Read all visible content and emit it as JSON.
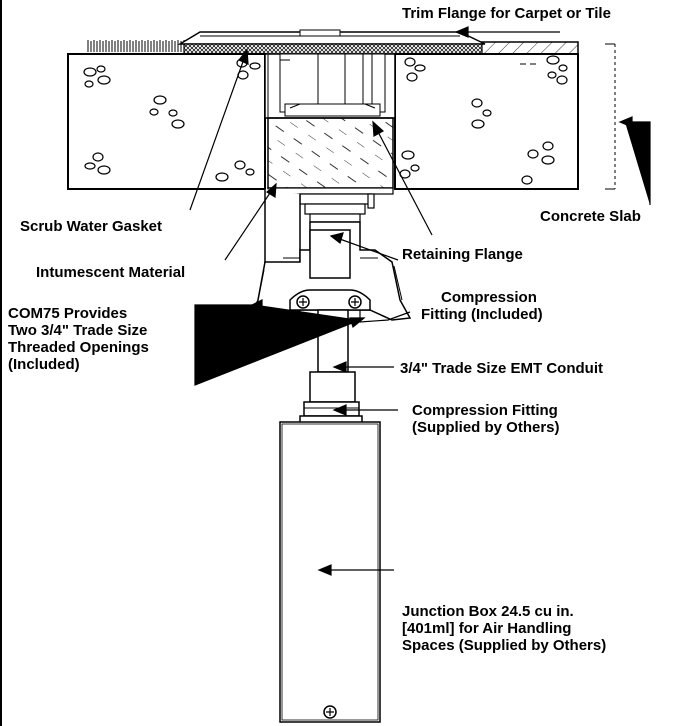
{
  "labels": {
    "trim_flange": "Trim Flange for Carpet or Tile",
    "concrete_slab": "Concrete Slab",
    "scrub_gasket": "Scrub Water Gasket",
    "retaining_flange": "Retaining Flange",
    "intumescent": "Intumescent Material",
    "compression_included": [
      "Compression",
      "Fitting (Included)"
    ],
    "com75": [
      "COM75 Provides",
      "Two 3/4\" Trade Size",
      "Threaded Openings",
      "(Included)"
    ],
    "emt_conduit": "3/4\" Trade Size EMT Conduit",
    "compression_others": [
      "Compression Fitting",
      "(Supplied by Others)"
    ],
    "junction_box": [
      "Junction Box 24.5 cu in.",
      "[401ml] for Air Handling",
      "Spaces (Supplied by Others)"
    ]
  },
  "colors": {
    "ink": "#000000",
    "paper": "#ffffff"
  }
}
